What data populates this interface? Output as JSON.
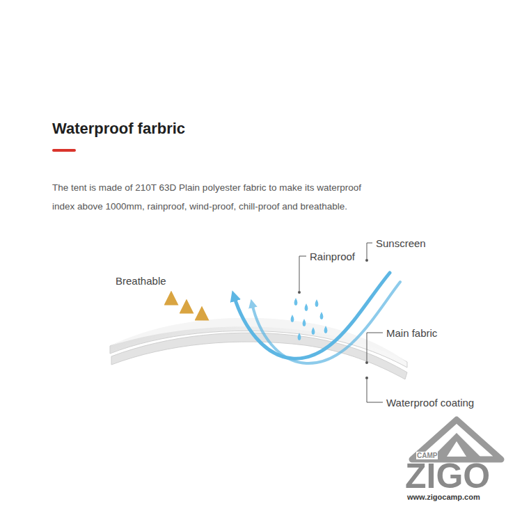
{
  "diagram": {
    "title": "Waterproof farbric",
    "labels": [
      "The tent is made of 210T 63D Plain polyester fabric to make its waterproof index above 1000mm,  rainproof, wind-proof, chill-proof and breathable.",
      "Breathable",
      "Rainproof",
      "Sunscreen",
      "Main fabric",
      "Waterproof coating",
      "CAMP",
      "ZIGO",
      "www.zigocamp.com"
    ]
  }
}
